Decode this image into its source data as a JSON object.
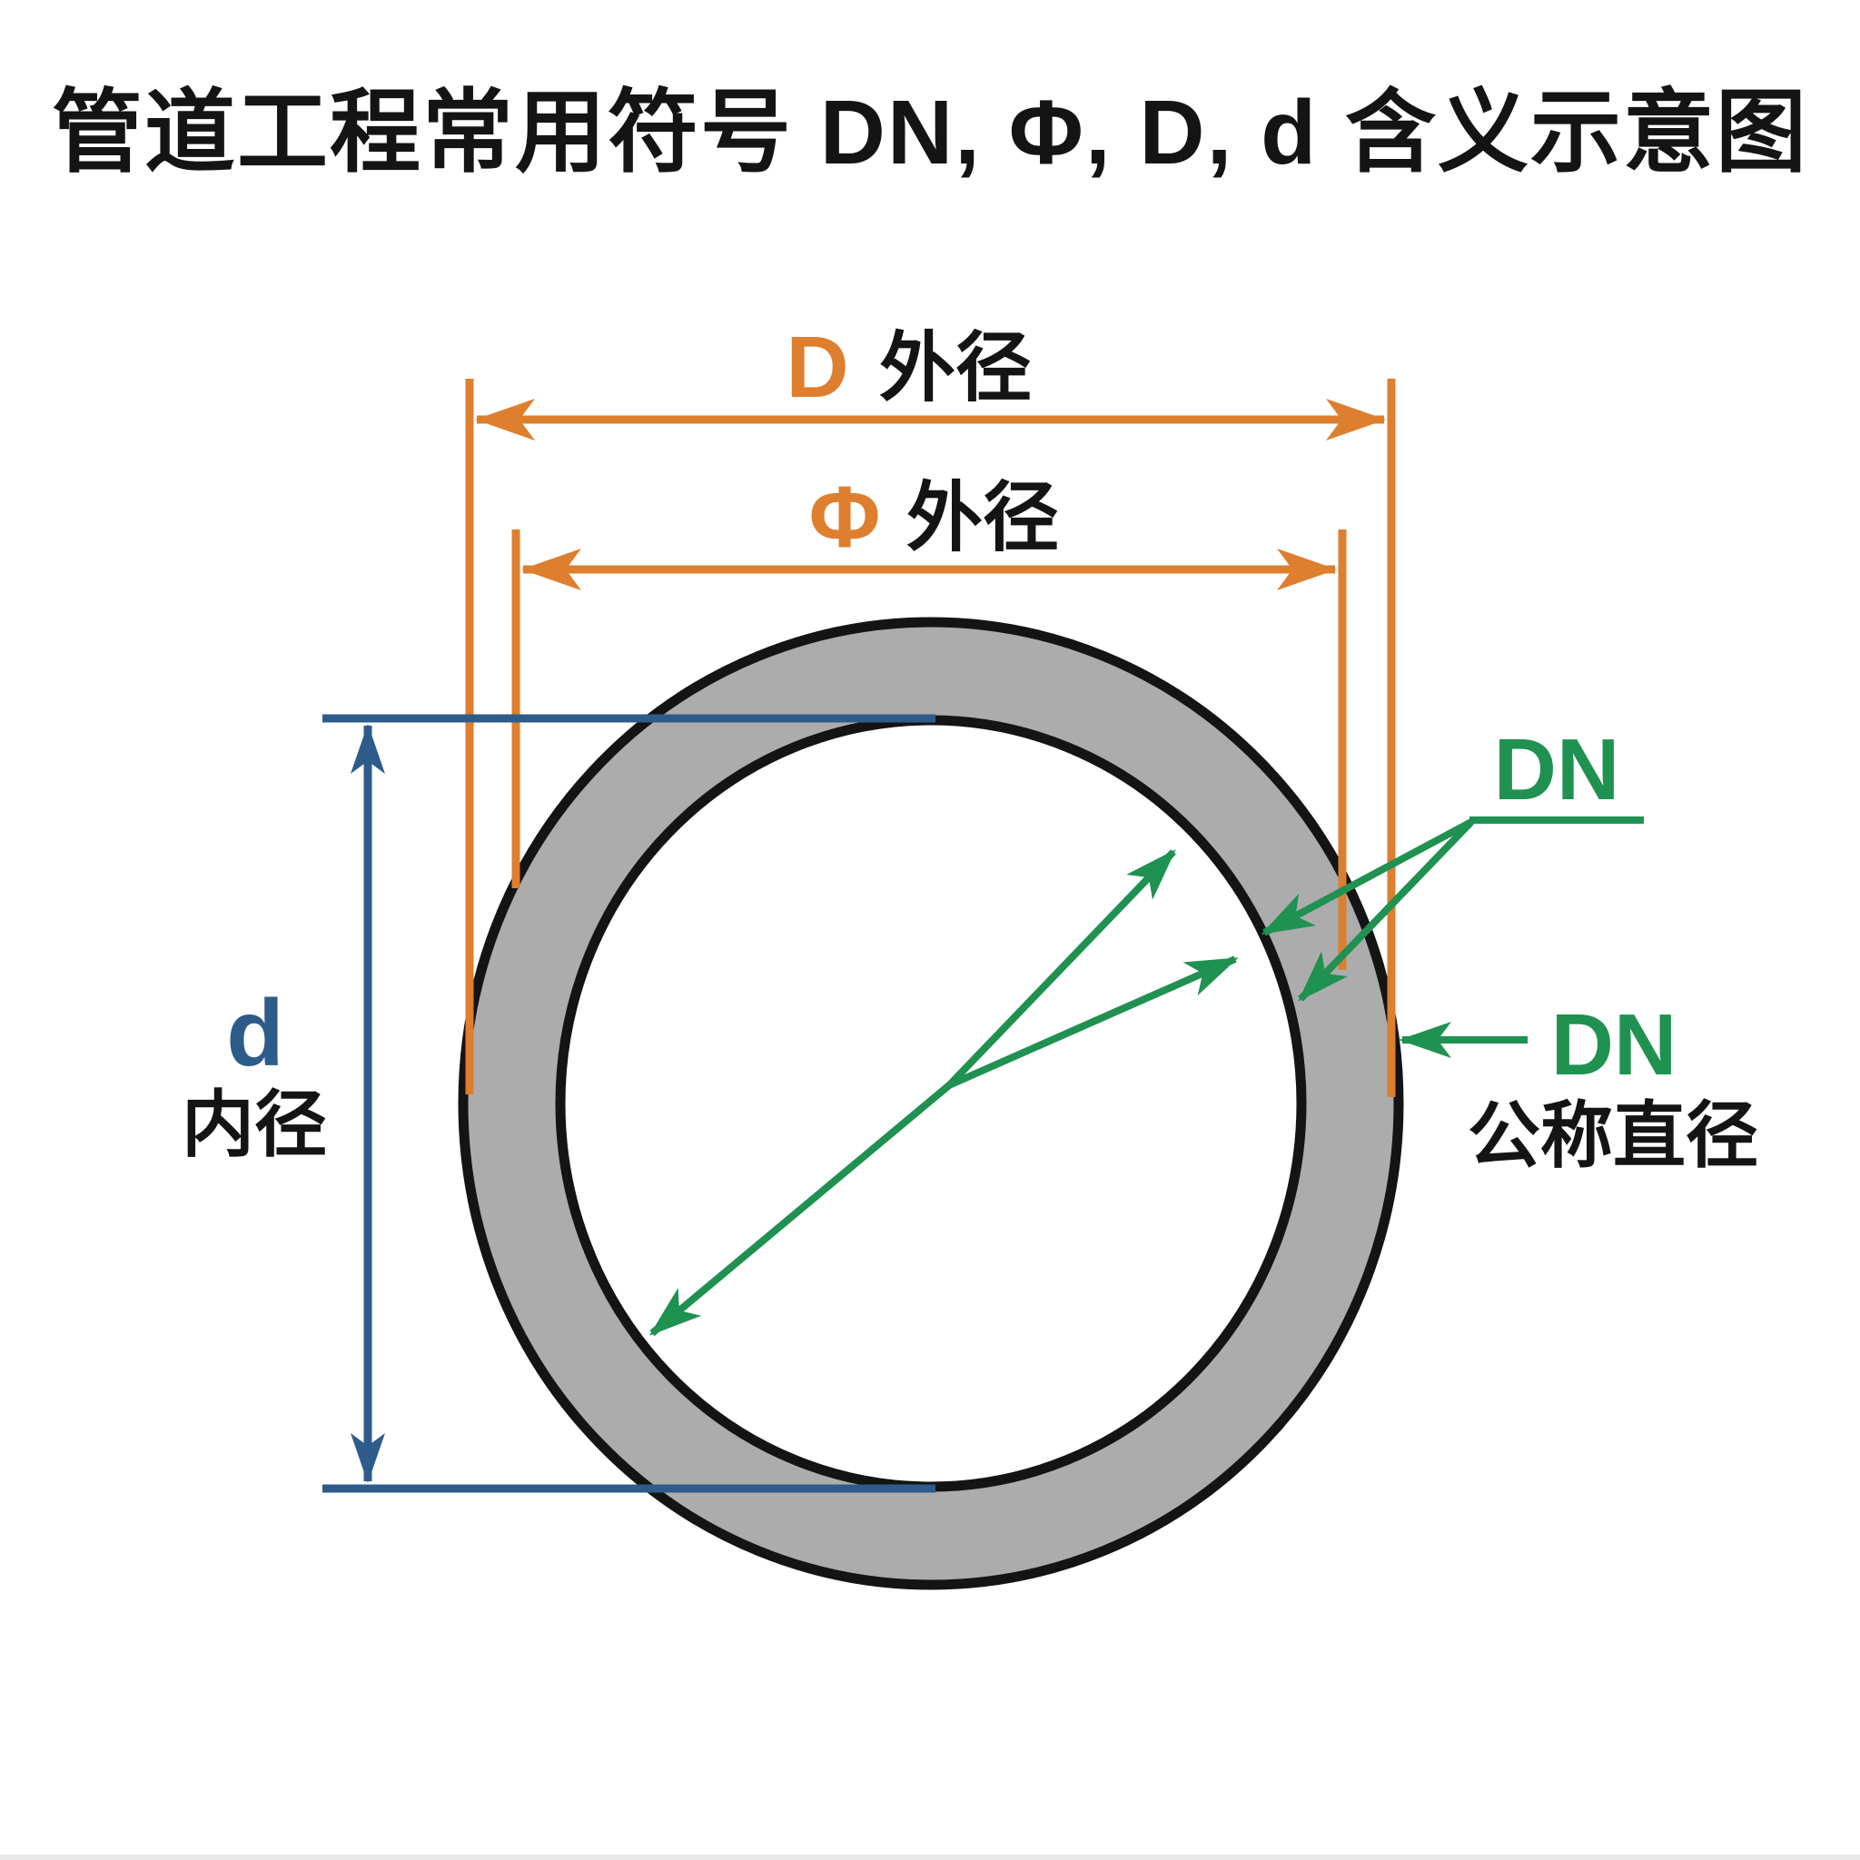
{
  "title": "管道工程常用符号 DN, Φ, D, d 含义示意图",
  "colors": {
    "orange": "#DD7F2E",
    "blue": "#2E5C8A",
    "green": "#1F9150",
    "pipe_wall_fill": "#ACACAC",
    "outline": "#141414",
    "background": "#FFFFFF"
  },
  "labels": {
    "outer_d": {
      "symbol": "D",
      "text": "外径"
    },
    "outer_phi": {
      "symbol": "Φ",
      "text": "外径"
    },
    "inner_d": {
      "symbol": "d",
      "text": "内径"
    },
    "dn_pointer": {
      "symbol": "DN"
    },
    "dn_nominal": {
      "symbol": "DN",
      "text": "公称直径"
    }
  }
}
